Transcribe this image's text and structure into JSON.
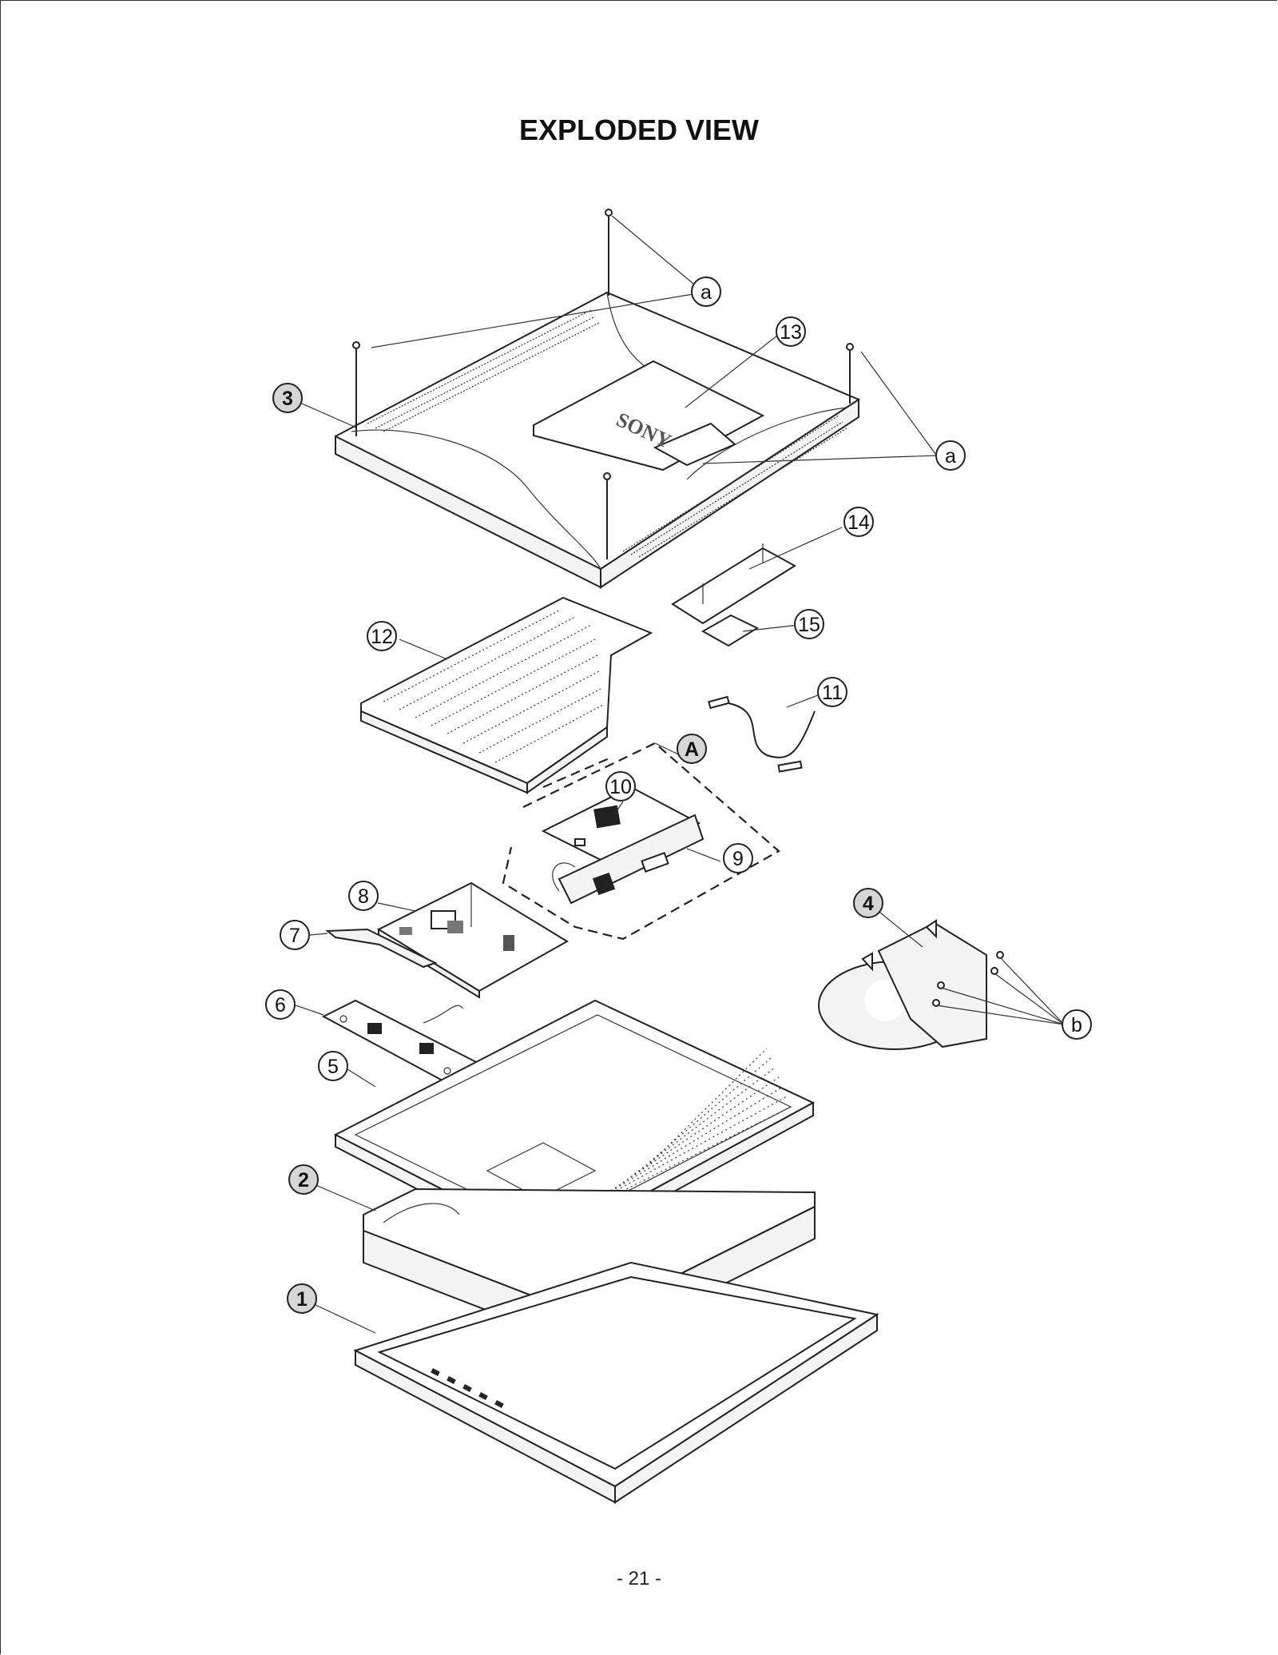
{
  "page": {
    "title": "EXPLODED VIEW",
    "page_number": "- 21 -"
  },
  "callouts": [
    {
      "key": "a1",
      "label": "a",
      "style": "plain"
    },
    {
      "key": "a2",
      "label": "a",
      "style": "plain"
    },
    {
      "key": "c13",
      "label": "13",
      "style": "plain"
    },
    {
      "key": "c3",
      "label": "3",
      "style": "shaded"
    },
    {
      "key": "c14",
      "label": "14",
      "style": "plain"
    },
    {
      "key": "c15",
      "label": "15",
      "style": "plain"
    },
    {
      "key": "c12",
      "label": "12",
      "style": "plain"
    },
    {
      "key": "c11",
      "label": "11",
      "style": "plain"
    },
    {
      "key": "cA",
      "label": "A",
      "style": "shaded"
    },
    {
      "key": "c10",
      "label": "10",
      "style": "plain"
    },
    {
      "key": "c9",
      "label": "9",
      "style": "plain"
    },
    {
      "key": "c8",
      "label": "8",
      "style": "plain"
    },
    {
      "key": "c4",
      "label": "4",
      "style": "shaded"
    },
    {
      "key": "c7",
      "label": "7",
      "style": "plain"
    },
    {
      "key": "c6",
      "label": "6",
      "style": "plain"
    },
    {
      "key": "b",
      "label": "b",
      "style": "plain"
    },
    {
      "key": "c5",
      "label": "5",
      "style": "plain"
    },
    {
      "key": "c2",
      "label": "2",
      "style": "shaded"
    },
    {
      "key": "c1",
      "label": "1",
      "style": "shaded"
    }
  ],
  "brand_logo_text": "SONY"
}
